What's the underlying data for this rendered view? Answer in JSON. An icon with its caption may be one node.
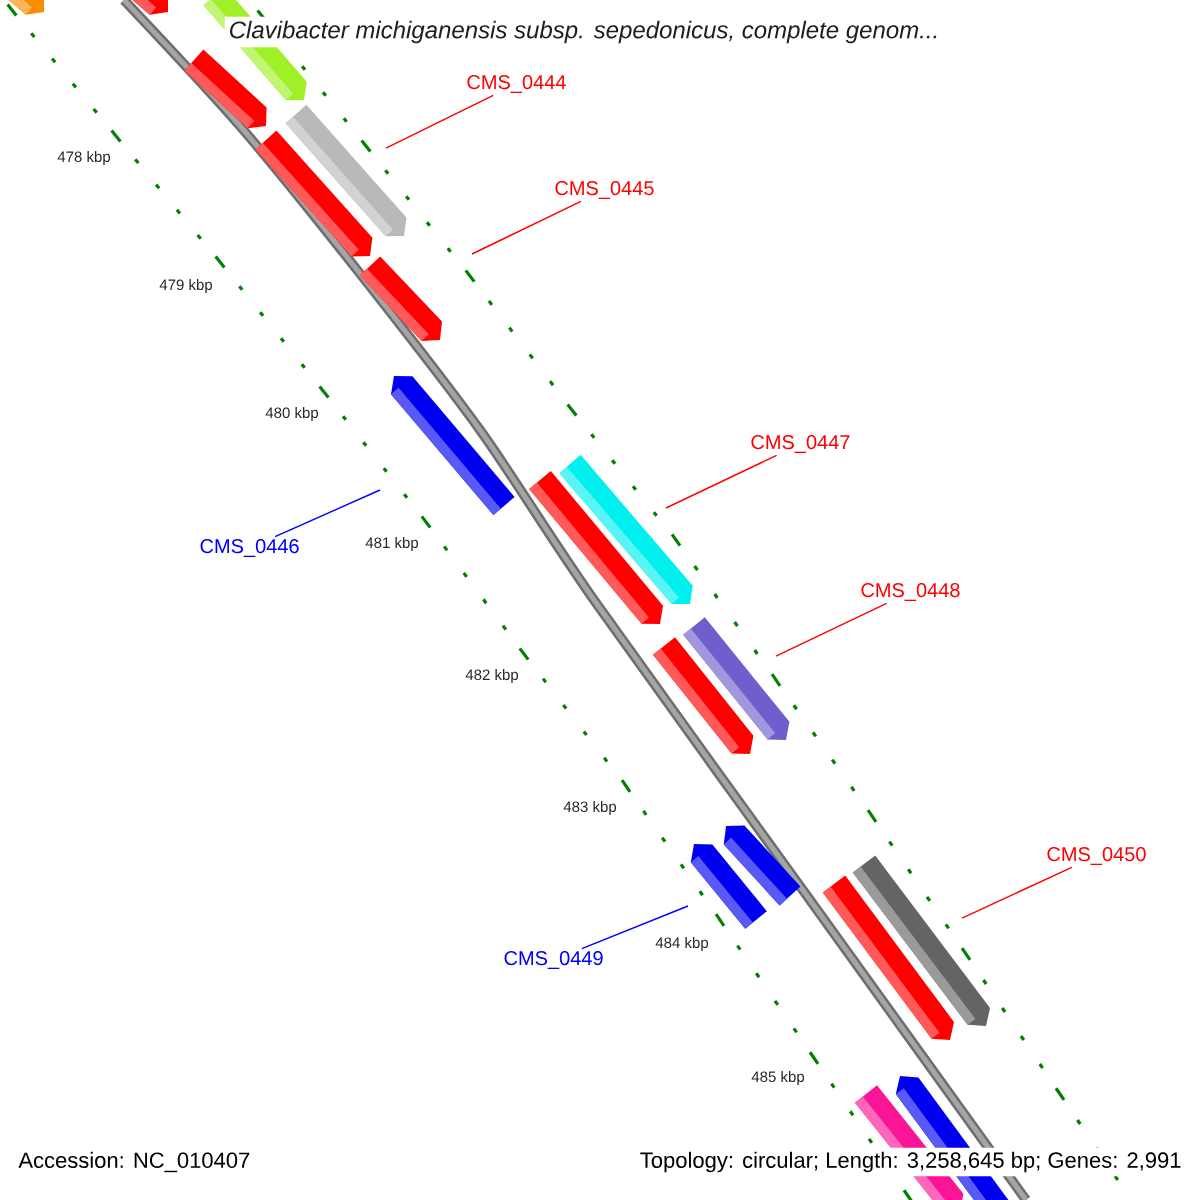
{
  "diagram": {
    "title": "Clavibacter michiganensis subsp. sepedonicus, complete genom...",
    "nodes": [
      {
        "text": [
          "CMS_0444"
        ]
      },
      {
        "text": [
          "CMS_0445"
        ]
      },
      {
        "text": [
          "CMS_0446"
        ]
      },
      {
        "text": [
          "CMS_0447"
        ]
      },
      {
        "text": [
          "CMS_0448"
        ]
      },
      {
        "text": [
          "CMS_0449"
        ]
      },
      {
        "text": [
          "CMS_0450"
        ]
      }
    ],
    "edges": [
      {
        "from": 0,
        "to": null,
        "arrow": "none"
      },
      {
        "from": 1,
        "to": null,
        "arrow": "none"
      },
      {
        "from": 2,
        "to": null,
        "arrow": "none",
        "color": "#0000ff"
      },
      {
        "from": 3,
        "to": null,
        "arrow": "none"
      },
      {
        "from": 4,
        "to": null,
        "arrow": "none"
      },
      {
        "from": 5,
        "to": null,
        "arrow": "none",
        "color": "#0000ff"
      },
      {
        "from": 6,
        "to": null,
        "arrow": "none"
      }
    ],
    "labels": [
      "478 kbp",
      "479 kbp",
      "480 kbp",
      "481 kbp",
      "482 kbp",
      "483 kbp",
      "484 kbp",
      "485 kbp",
      "Accession: NC_010407",
      "Topology: circular; Length: 3,258,645 bp; Genes: 2,991"
    ]
  }
}
